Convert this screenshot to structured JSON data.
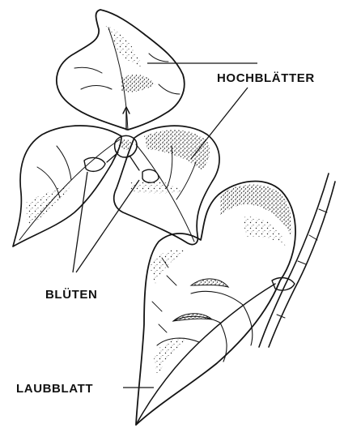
{
  "labels": {
    "bracts": "HOCHBLÄTTER",
    "flowers": "BLÜTEN",
    "leaf": "LAUBBLATT"
  },
  "ink_color": "#141414",
  "paper_color": "#ffffff"
}
